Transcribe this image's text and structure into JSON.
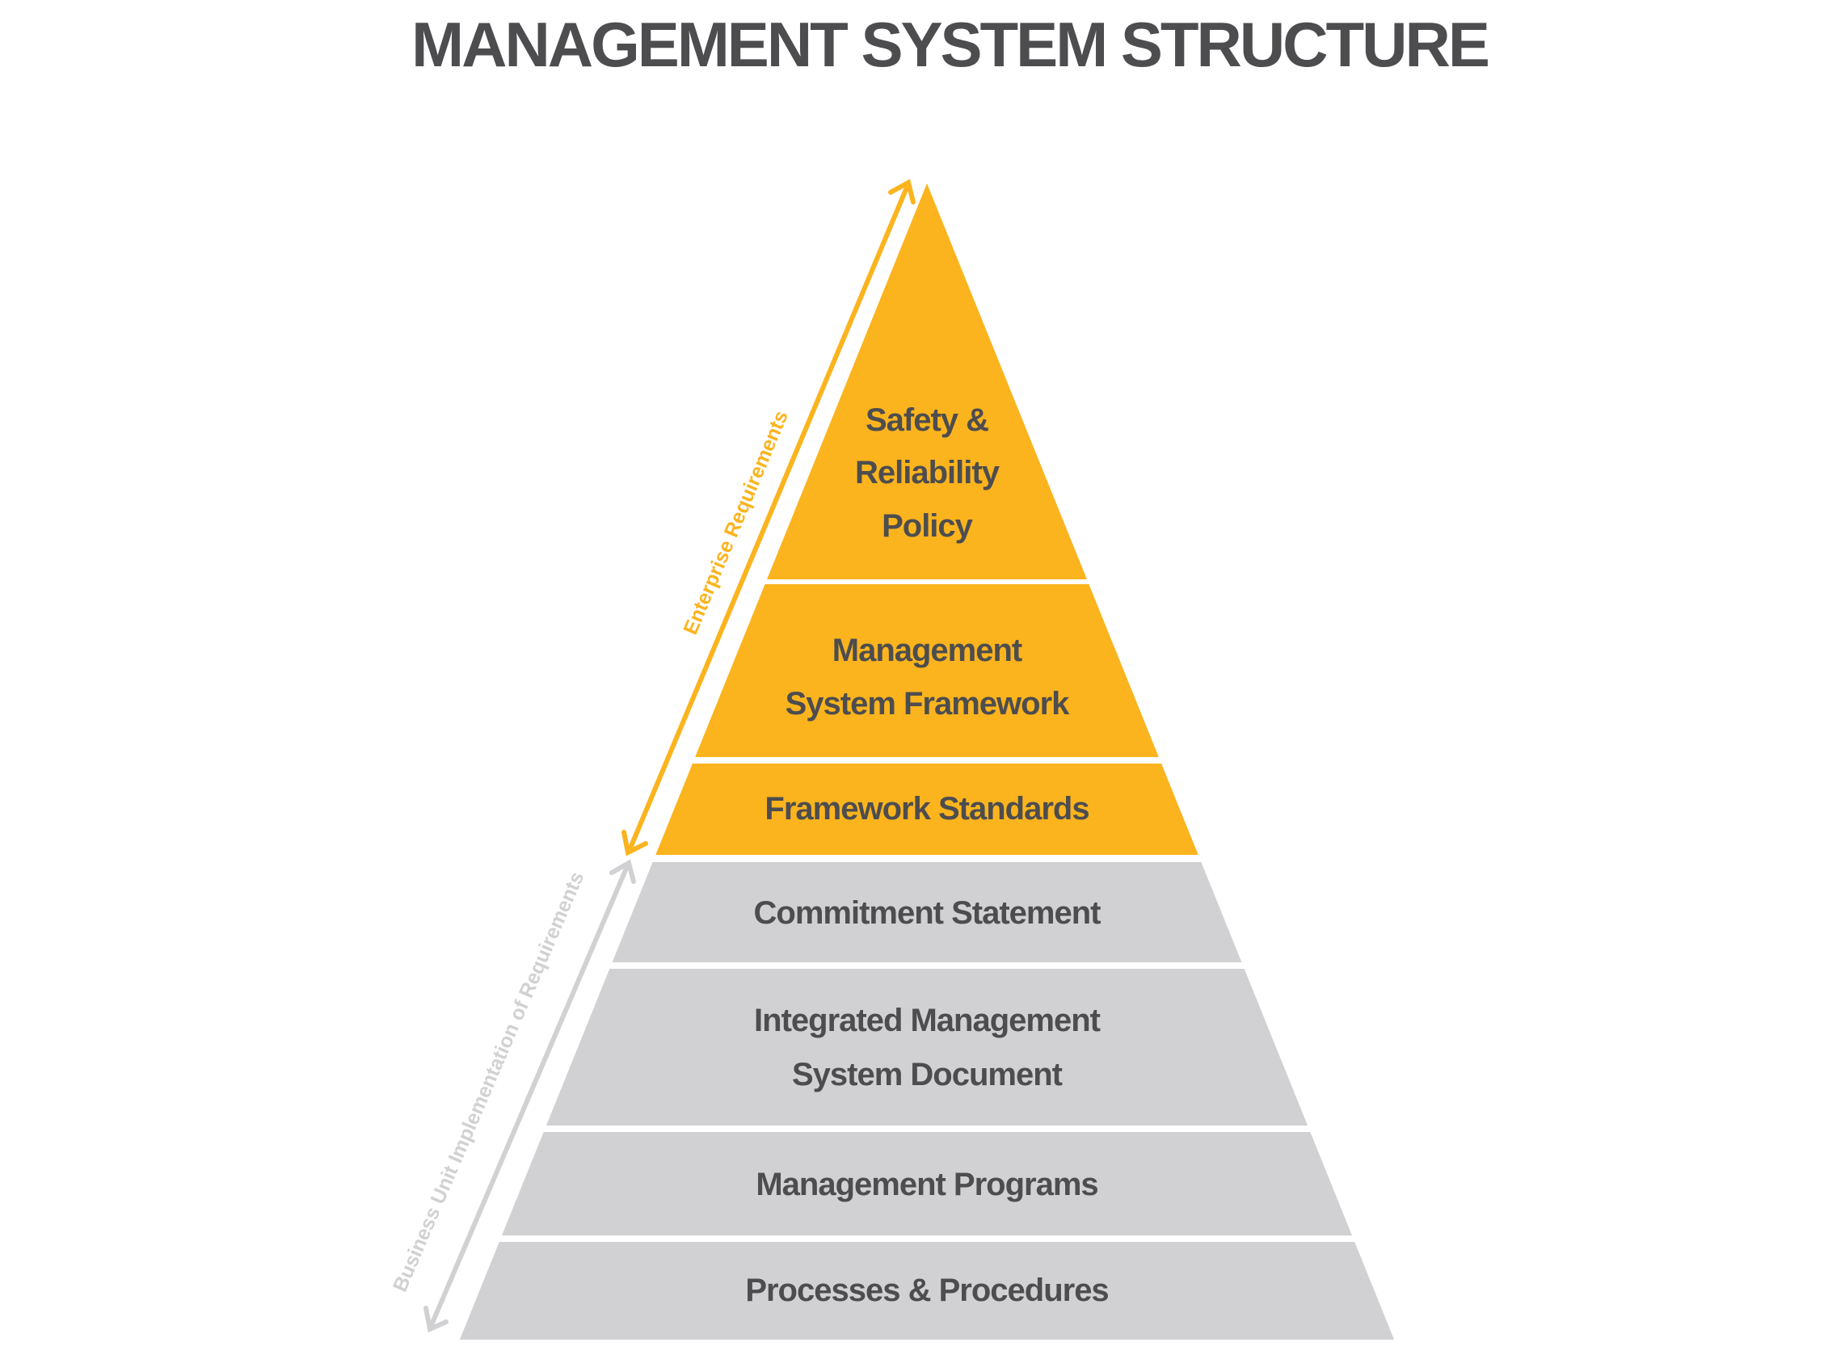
{
  "title": "MANAGEMENT SYSTEM STRUCTURE",
  "colors": {
    "enterprise": "#FBB41E",
    "business_unit": "#D1D1D3",
    "text": "#4D4D4F"
  },
  "side_labels": {
    "enterprise": "Enterprise Requirements",
    "business_unit": "Business Unit Implementation of Requirements"
  },
  "levels": [
    {
      "group": "enterprise",
      "lines": [
        "Safety &",
        "Reliability",
        "Policy"
      ]
    },
    {
      "group": "enterprise",
      "lines": [
        "Management",
        "System Framework"
      ]
    },
    {
      "group": "enterprise",
      "lines": [
        "Framework Standards"
      ]
    },
    {
      "group": "business_unit",
      "lines": [
        "Commitment Statement"
      ]
    },
    {
      "group": "business_unit",
      "lines": [
        "Integrated Management",
        "System Document"
      ]
    },
    {
      "group": "business_unit",
      "lines": [
        "Management Programs"
      ]
    },
    {
      "group": "business_unit",
      "lines": [
        "Processes & Procedures"
      ]
    }
  ]
}
